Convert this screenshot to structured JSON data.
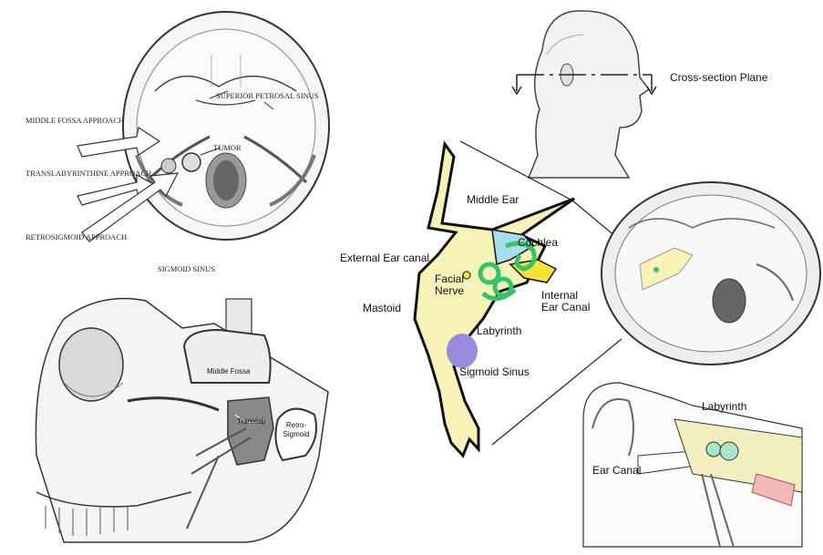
{
  "skull_top_view": {
    "approaches": [
      "MIDDLE FOSSA APPROACH",
      "TRANSLABYRINTHINE APPROACH",
      "RETROSIGMOID APPROACH"
    ],
    "superior_petrosal_sinus": "SUPERIOR PETROSAL SINUS",
    "tumor": "TUMOR",
    "sigmoid_sinus": "SIGMOID SINUS"
  },
  "skull_side_view": {
    "middle_fossa": "Middle Fossa",
    "translab": "Translab",
    "retro_sigmoid": "Retro-Sigmoid"
  },
  "head_profile": {
    "plane_label": "Cross-section Plane"
  },
  "temporal_bone": {
    "middle_ear": "Middle Ear",
    "cochlea": "Cochlea",
    "external_ear_canal": "External  Ear canal",
    "facial_nerve": "Facial Nerve",
    "internal_ear_canal": "Internal Ear Canal",
    "mastoid": "Mastoid",
    "labyrinth": "Labyrinth",
    "sigmoid_sinus": "Sigmoid Sinus",
    "colors": {
      "bone": "#f7f3b8",
      "middle_ear": "#a8dcef",
      "cochlea": "#33c46a",
      "internal_canal": "#f2e23b",
      "sigmoid_sinus": "#9a8ae0"
    }
  },
  "ear_anatomy": {
    "labyrinth": "Labyrinth",
    "ear_canal": "Ear Canal"
  }
}
